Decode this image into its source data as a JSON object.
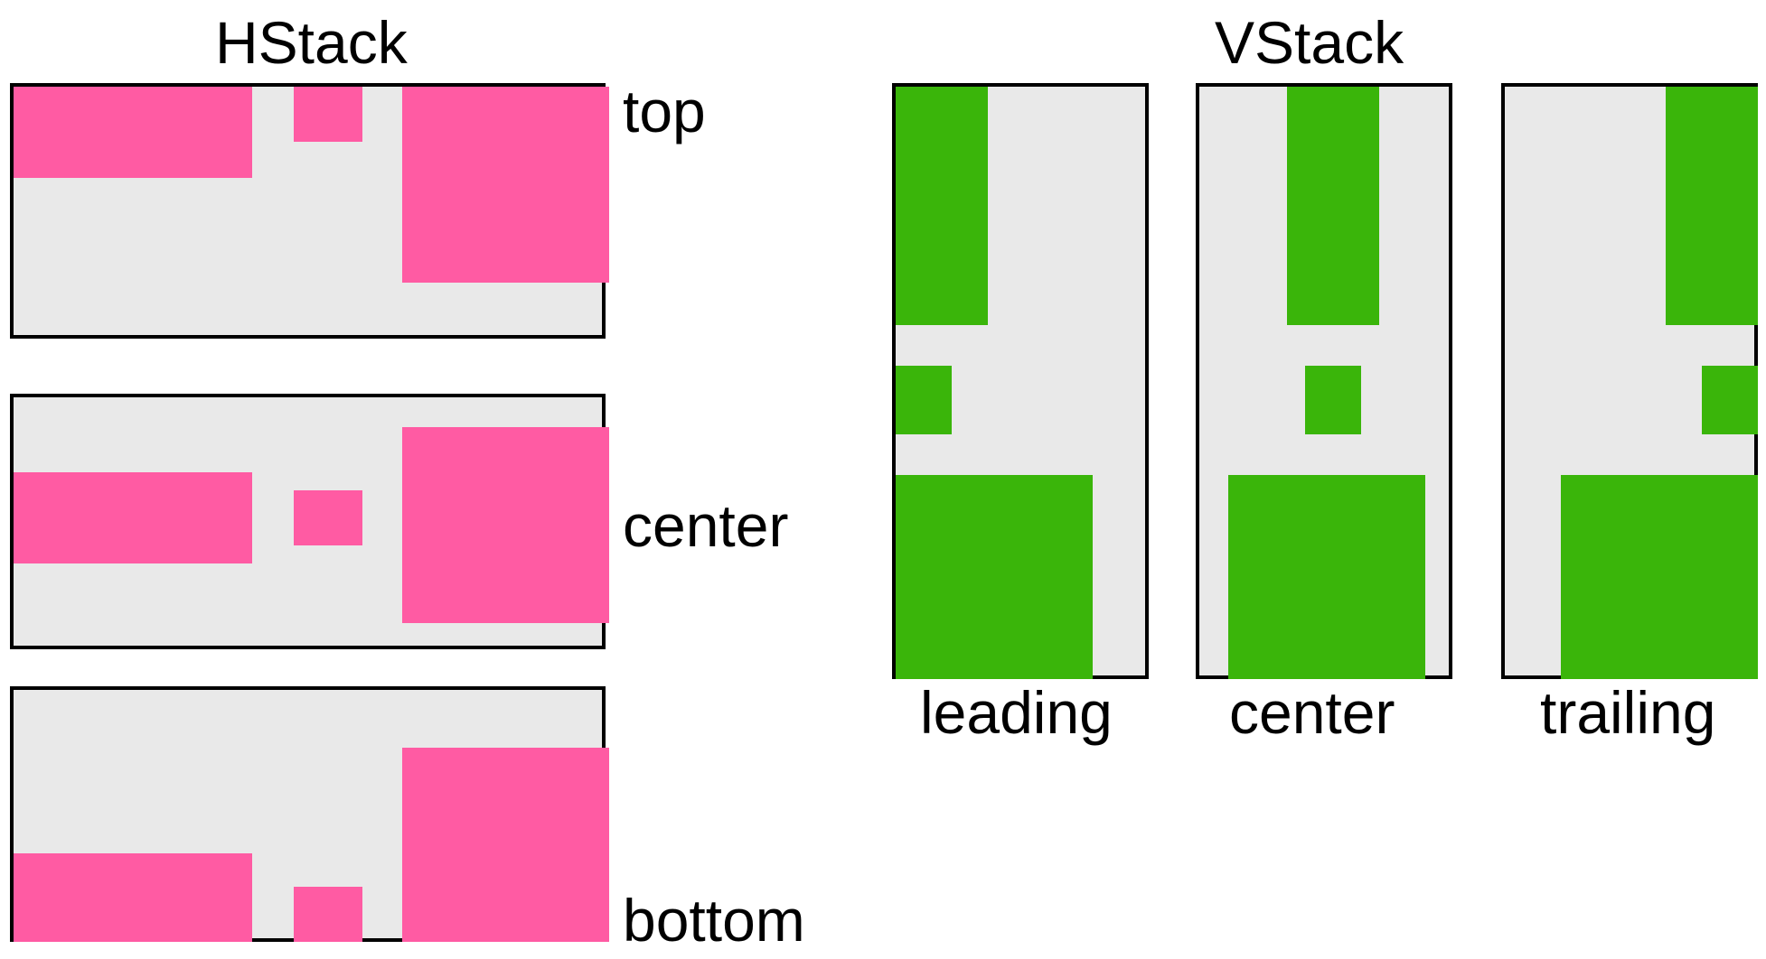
{
  "titles": {
    "hstack": "HStack",
    "vstack": "VStack"
  },
  "hstack_labels": [
    "top",
    "center",
    "bottom"
  ],
  "vstack_labels": [
    "leading",
    "center",
    "trailing"
  ],
  "colors": {
    "hstack_fill": "#ff5ba3",
    "vstack_fill": "#3ab50a",
    "container_bg": "#e9e9e9",
    "border": "#000000"
  }
}
